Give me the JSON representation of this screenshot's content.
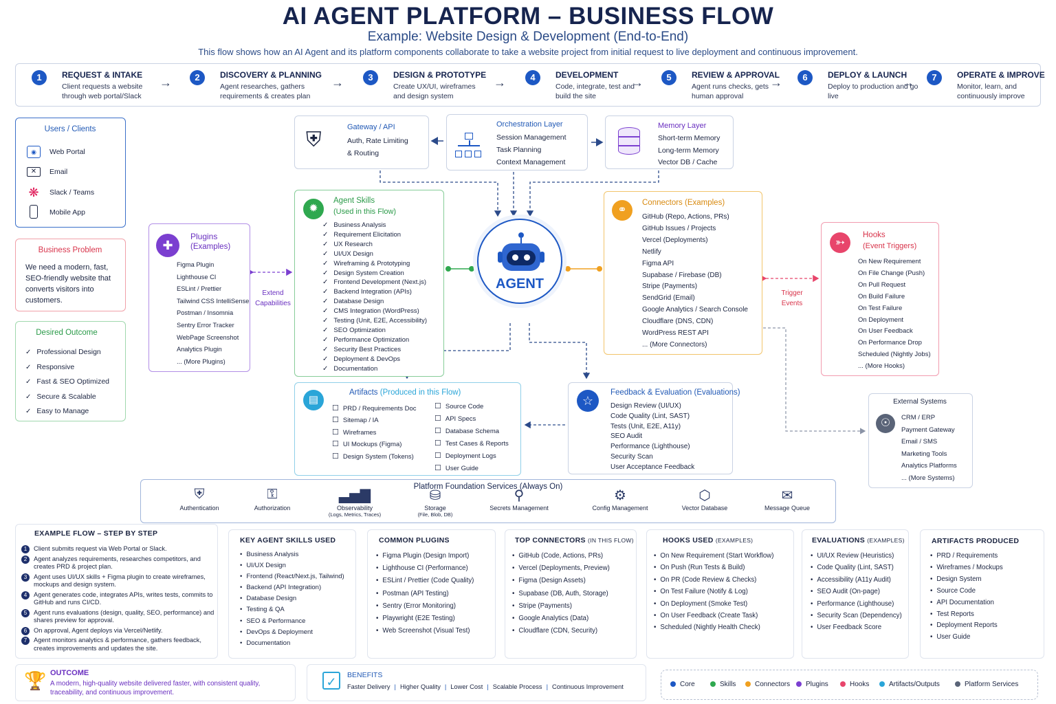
{
  "header": {
    "title": "AI AGENT PLATFORM – BUSINESS FLOW",
    "subtitle": "Example: Website Design & Development (End-to-End)",
    "description": "This flow shows how an AI Agent and its platform components collaborate to take a website project from initial request to live deployment and continuous improvement."
  },
  "steps": [
    {
      "num": "1",
      "title": "REQUEST & INTAKE",
      "desc": "Client requests a website through web portal/Slack"
    },
    {
      "num": "2",
      "title": "DISCOVERY & PLANNING",
      "desc": "Agent researches, gathers requirements & creates plan"
    },
    {
      "num": "3",
      "title": "DESIGN & PROTOTYPE",
      "desc": "Create UX/UI, wireframes and design system"
    },
    {
      "num": "4",
      "title": "DEVELOPMENT",
      "desc": "Code, integrate, test and build the site"
    },
    {
      "num": "5",
      "title": "REVIEW & APPROVAL",
      "desc": "Agent runs checks, gets human approval"
    },
    {
      "num": "6",
      "title": "DEPLOY & LAUNCH",
      "desc": "Deploy to production and go live"
    },
    {
      "num": "7",
      "title": "OPERATE & IMPROVE",
      "desc": "Monitor, learn, and continuously improve"
    }
  ],
  "users": {
    "title": "Users / Clients",
    "items": [
      "Web Portal",
      "Email",
      "Slack / Teams",
      "Mobile App"
    ]
  },
  "problem": {
    "title": "Business Problem",
    "text": "We need a modern, fast, SEO-friendly website that converts visitors into customers."
  },
  "outcome_box": {
    "title": "Desired Outcome",
    "items": [
      "Professional Design",
      "Responsive",
      "Fast & SEO Optimized",
      "Secure & Scalable",
      "Easy to Manage"
    ]
  },
  "plugins": {
    "title": "Plugins",
    "subtitle": "(Examples)",
    "items": [
      "Figma Plugin",
      "Lighthouse CI",
      "ESLint / Prettier",
      "Tailwind CSS IntelliSense",
      "Postman / Insomnia",
      "Sentry Error Tracker",
      "WebPage Screenshot",
      "Analytics Plugin",
      "... (More Plugins)"
    ],
    "link_label": "Extend Capabilities"
  },
  "gateway": {
    "title": "Gateway / API",
    "lines": [
      "Auth, Rate Limiting",
      "& Routing"
    ]
  },
  "orchestration": {
    "title": "Orchestration Layer",
    "lines": [
      "Session Management",
      "Task Planning",
      "Context Management"
    ]
  },
  "memory": {
    "title": "Memory Layer",
    "lines": [
      "Short-term Memory",
      "Long-term Memory",
      "Vector DB / Cache"
    ]
  },
  "skills": {
    "title": "Agent Skills",
    "subtitle": "(Used in this Flow)",
    "items": [
      "Business Analysis",
      "Requirement Elicitation",
      "UX Research",
      "UI/UX Design",
      "Wireframing & Prototyping",
      "Design System Creation",
      "Frontend Development (Next.js)",
      "Backend Integration (APIs)",
      "Database Design",
      "CMS Integration (WordPress)",
      "Testing (Unit, E2E, Accessibility)",
      "SEO Optimization",
      "Performance Optimization",
      "Security Best Practices",
      "Deployment & DevOps",
      "Documentation"
    ]
  },
  "agent": {
    "label": "AGENT"
  },
  "connectors": {
    "title": "Connectors (Examples)",
    "items": [
      "GitHub (Repo, Actions, PRs)",
      "GitHub Issues / Projects",
      "Vercel (Deployments)",
      "Netlify",
      "Figma API",
      "Supabase / Firebase (DB)",
      "Stripe (Payments)",
      "SendGrid (Email)",
      "Google Analytics / Search Console",
      "Cloudflare (DNS, CDN)",
      "WordPress REST API",
      "... (More Connectors)"
    ]
  },
  "hooks": {
    "title": "Hooks",
    "subtitle": "(Event Triggers)",
    "items": [
      "On New Requirement",
      "On File Change (Push)",
      "On Pull Request",
      "On Build Failure",
      "On Test Failure",
      "On Deployment",
      "On User Feedback",
      "On Performance Drop",
      "Scheduled (Nightly Jobs)",
      "... (More Hooks)"
    ],
    "link_label": "Trigger Events"
  },
  "artifacts": {
    "title": "Artifacts",
    "subtitle": "(Produced in this Flow)",
    "col1": [
      "PRD / Requirements Doc",
      "Sitemap / IA",
      "Wireframes",
      "UI Mockups (Figma)",
      "Design System (Tokens)"
    ],
    "col2": [
      "Source Code",
      "API Specs",
      "Database Schema",
      "Test Cases & Reports",
      "Deployment Logs",
      "User Guide"
    ]
  },
  "feedback": {
    "title": "Feedback & Evaluation",
    "subtitle": "(Evaluations)",
    "items": [
      "Design Review (UI/UX)",
      "Code Quality (Lint, SAST)",
      "Tests (Unit, E2E, A11y)",
      "SEO Audit",
      "Performance (Lighthouse)",
      "Security Scan",
      "User Acceptance Feedback"
    ]
  },
  "external": {
    "title": "External Systems",
    "items": [
      "CRM / ERP",
      "Payment Gateway",
      "Email / SMS",
      "Marketing Tools",
      "Analytics Platforms",
      "... (More Systems)"
    ]
  },
  "foundation": {
    "title": "Platform Foundation Services (Always On)",
    "items": [
      {
        "label": "Authentication",
        "sub": ""
      },
      {
        "label": "Authorization",
        "sub": ""
      },
      {
        "label": "Observability",
        "sub": "(Logs, Metrics, Traces)"
      },
      {
        "label": "Storage",
        "sub": "(File, Blob, DB)"
      },
      {
        "label": "Secrets Management",
        "sub": ""
      },
      {
        "label": "Config Management",
        "sub": ""
      },
      {
        "label": "Vector Database",
        "sub": ""
      },
      {
        "label": "Message Queue",
        "sub": ""
      }
    ]
  },
  "example_flow": {
    "title": "EXAMPLE FLOW – STEP BY STEP",
    "items": [
      "Client submits request via Web Portal or Slack.",
      "Agent analyzes requirements, researches competitors, and creates PRD & project plan.",
      "Agent uses UI/UX skills + Figma plugin to create wireframes, mockups and design system.",
      "Agent generates code, integrates APIs, writes tests, commits to GitHub and runs CI/CD.",
      "Agent runs evaluations (design, quality, SEO, performance) and shares preview for approval.",
      "On approval, Agent deploys via Vercel/Netlify.",
      "Agent monitors analytics & performance, gathers feedback, creates improvements and updates the site."
    ]
  },
  "key_skills": {
    "title": "KEY AGENT SKILLS USED",
    "items": [
      "Business Analysis",
      "UI/UX Design",
      "Frontend (React/Next.js, Tailwind)",
      "Backend (API Integration)",
      "Database Design",
      "Testing & QA",
      "SEO & Performance",
      "DevOps & Deployment",
      "Documentation"
    ]
  },
  "common_plugins": {
    "title": "COMMON PLUGINS",
    "items": [
      "Figma Plugin (Design Import)",
      "Lighthouse CI (Performance)",
      "ESLint / Prettier (Code Quality)",
      "Postman (API Testing)",
      "Sentry (Error Monitoring)",
      "Playwright (E2E Testing)",
      "Web Screenshot (Visual Test)"
    ]
  },
  "top_connectors": {
    "title": "TOP CONNECTORS",
    "title_suffix": "(IN THIS FLOW)",
    "items": [
      "GitHub (Code, Actions, PRs)",
      "Vercel (Deployments, Preview)",
      "Figma (Design Assets)",
      "Supabase (DB, Auth, Storage)",
      "Stripe (Payments)",
      "Google Analytics (Data)",
      "Cloudflare (CDN, Security)"
    ]
  },
  "hooks_used": {
    "title": "HOOKS USED",
    "title_suffix": "(EXAMPLES)",
    "items": [
      "On New Requirement (Start Workflow)",
      "On Push (Run Tests & Build)",
      "On PR (Code Review & Checks)",
      "On Test Failure (Notify & Log)",
      "On Deployment (Smoke Test)",
      "On User Feedback (Create Task)",
      "Scheduled (Nightly Health Check)"
    ]
  },
  "evaluations": {
    "title": "EVALUATIONS",
    "title_suffix": "(EXAMPLES)",
    "items": [
      "UI/UX Review (Heuristics)",
      "Code Quality (Lint, SAST)",
      "Accessibility (A11y Audit)",
      "SEO Audit (On-page)",
      "Performance (Lighthouse)",
      "Security Scan (Dependency)",
      "User Feedback Score"
    ]
  },
  "artifacts_produced": {
    "title": "ARTIFACTS PRODUCED",
    "items": [
      "PRD / Requirements",
      "Wireframes / Mockups",
      "Design System",
      "Source Code",
      "API Documentation",
      "Test Reports",
      "Deployment Reports",
      "User Guide"
    ]
  },
  "outcome": {
    "title": "OUTCOME",
    "text": "A modern, high-quality website delivered faster, with consistent quality, traceability, and continuous improvement."
  },
  "benefits": {
    "title": "BENEFITS",
    "items": [
      "Faster Delivery",
      "Higher Quality",
      "Lower Cost",
      "Scalable Process",
      "Continuous Improvement"
    ]
  },
  "legend": [
    {
      "label": "Core",
      "color": "#1d58c4"
    },
    {
      "label": "Skills",
      "color": "#2fa84f"
    },
    {
      "label": "Connectors",
      "color": "#f0a020"
    },
    {
      "label": "Plugins",
      "color": "#7b3fd0"
    },
    {
      "label": "Hooks",
      "color": "#e8456b"
    },
    {
      "label": "Artifacts/Outputs",
      "color": "#2aa5d8"
    },
    {
      "label": "Platform Services",
      "color": "#5a6478"
    }
  ],
  "colors": {
    "core": "#1d58c4",
    "skills": "#2fa84f",
    "connectors": "#f0a020",
    "plugins": "#7b3fd0",
    "hooks": "#e8456b",
    "artifacts": "#2aa5d8",
    "platform": "#5a6478"
  }
}
